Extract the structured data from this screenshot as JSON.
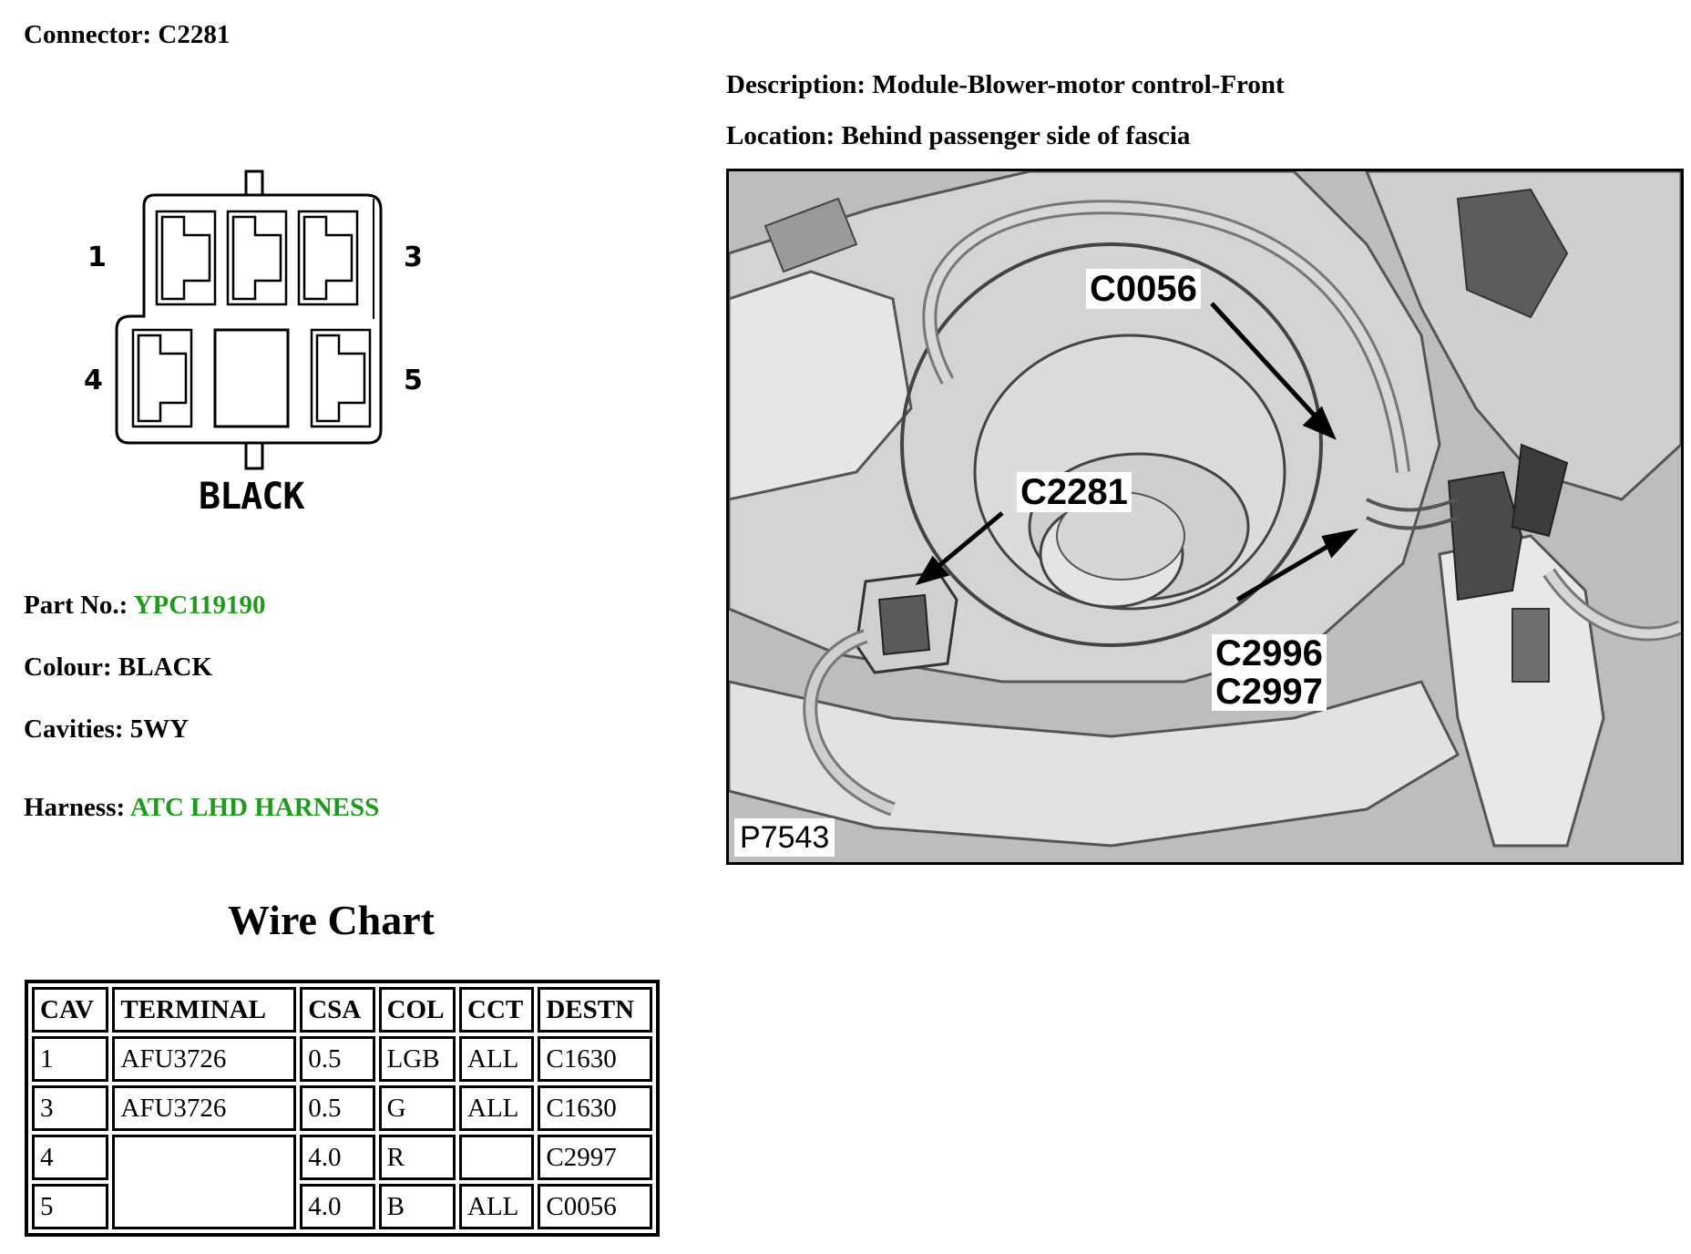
{
  "connector": {
    "label": "Connector:",
    "value": "C2281"
  },
  "description": {
    "label": "Description:",
    "value": "Module-Blower-motor control-Front"
  },
  "location": {
    "label": "Location:",
    "value": "Behind passenger side of fascia"
  },
  "diagram": {
    "pins": {
      "p1": "1",
      "p3": "3",
      "p4": "4",
      "p5": "5"
    },
    "colour_label": "BLACK"
  },
  "info": {
    "part_no": {
      "label": "Part No.:",
      "value": "YPC119190"
    },
    "colour": {
      "label": "Colour:",
      "value": "BLACK"
    },
    "cavities": {
      "label": "Cavities:",
      "value": "5WY"
    },
    "harness": {
      "label": "Harness:",
      "value": "ATC LHD HARNESS"
    }
  },
  "wire_chart": {
    "title": "Wire Chart",
    "headers": [
      "CAV",
      "TERMINAL",
      "CSA",
      "COL",
      "CCT",
      "DESTN"
    ],
    "rows": [
      [
        "1",
        "AFU3726",
        "0.5",
        "LGB",
        "ALL",
        "C1630"
      ],
      [
        "3",
        "AFU3726",
        "0.5",
        "G",
        "ALL",
        "C1630"
      ],
      [
        "4",
        "",
        "4.0",
        "R",
        "",
        "C2997"
      ],
      [
        "5",
        "",
        "4.0",
        "B",
        "ALL",
        "C0056"
      ]
    ]
  },
  "photo": {
    "callouts": {
      "c0056": "C0056",
      "c2281": "C2281",
      "c2996": "C2996",
      "c2997": "C2997"
    },
    "ref": "P7543"
  },
  "colors": {
    "accent_green": "#1f9a1f"
  }
}
